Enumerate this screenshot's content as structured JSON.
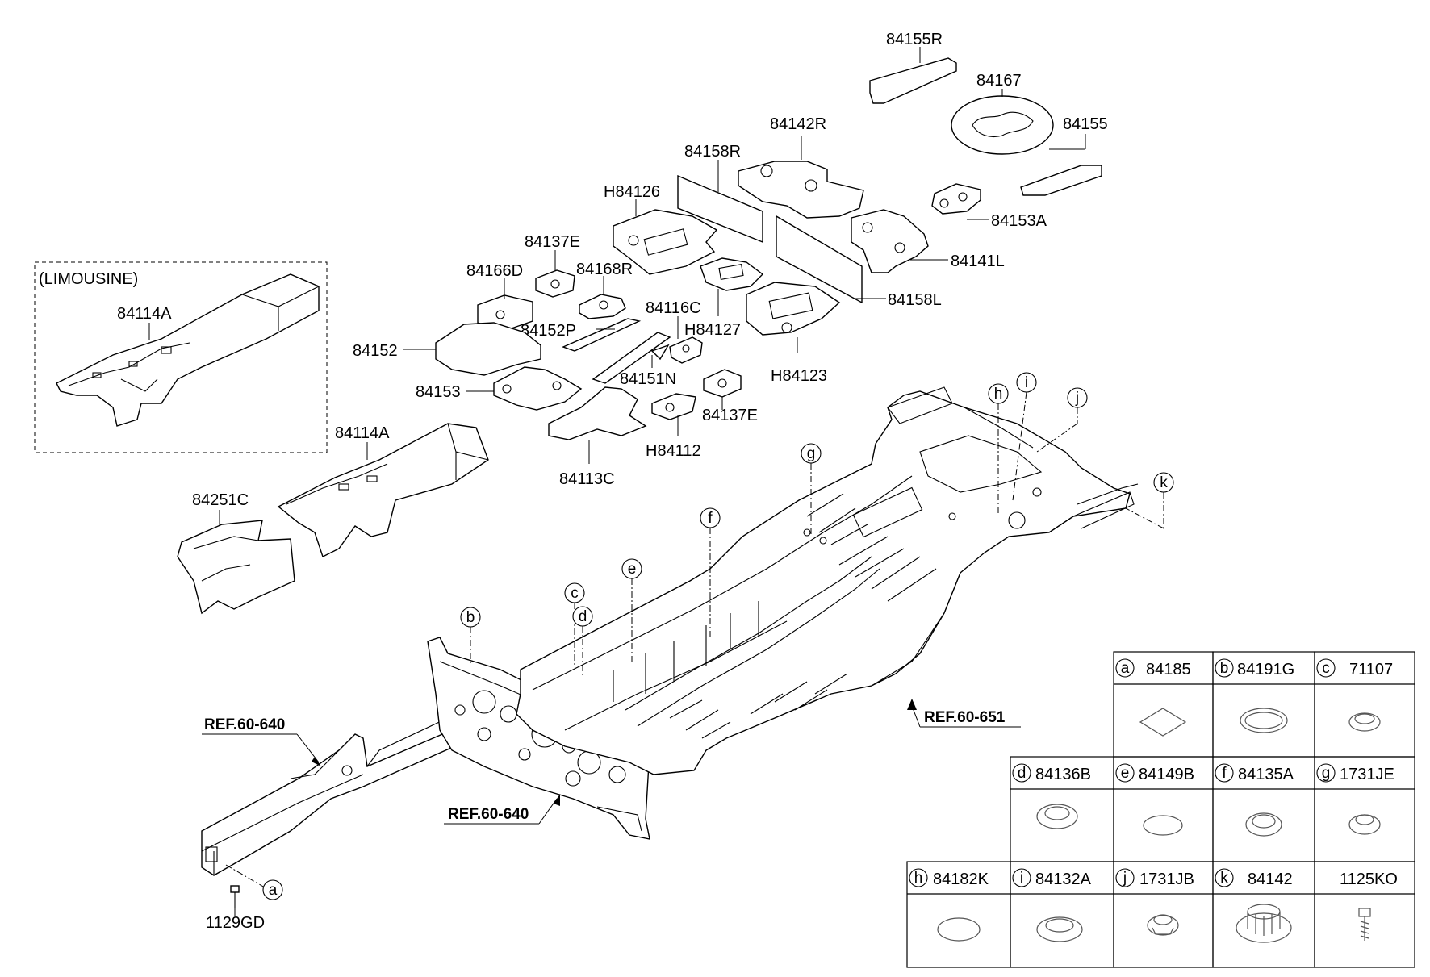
{
  "diagram": {
    "callouts": {
      "p84155R": "84155R",
      "p84167": "84167",
      "p84142R": "84142R",
      "p84155": "84155",
      "p84158R": "84158R",
      "pH84126": "H84126",
      "p84153A": "84153A",
      "p84141L": "84141L",
      "p84137E_top": "84137E",
      "p84166D": "84166D",
      "p84168R": "84168R",
      "p84116C": "84116C",
      "p84158L": "84158L",
      "p84152P": "84152P",
      "pH84127": "H84127",
      "p84152": "84152",
      "p84151N": "84151N",
      "pH84123": "H84123",
      "p84153": "84153",
      "p84137E_bottom": "84137E",
      "pH84112": "H84112",
      "p84113C": "84113C",
      "p84114A_limo": "84114A",
      "p84114A": "84114A",
      "p84251C": "84251C",
      "p1129GD": "1129GD"
    },
    "limousine_label": "(LIMOUSINE)",
    "refs": {
      "ref_left": "REF.60-640",
      "ref_center": "REF.60-640",
      "ref_right": "REF.60-651"
    },
    "markers": {
      "a": "a",
      "b": "b",
      "c": "c",
      "d": "d",
      "e": "e",
      "f": "f",
      "g": "g",
      "h": "h",
      "i": "i",
      "j": "j",
      "k": "k"
    }
  },
  "legend_table": {
    "rows": [
      [
        {
          "letter": "a",
          "part": "84185"
        },
        {
          "letter": "b",
          "part": "84191G"
        },
        {
          "letter": "c",
          "part": "71107"
        }
      ],
      [
        {
          "letter": "d",
          "part": "84136B"
        },
        {
          "letter": "e",
          "part": "84149B"
        },
        {
          "letter": "f",
          "part": "84135A"
        },
        {
          "letter": "g",
          "part": "1731JE"
        }
      ],
      [
        {
          "letter": "h",
          "part": "84182K"
        },
        {
          "letter": "i",
          "part": "84132A"
        },
        {
          "letter": "j",
          "part": "1731JB"
        },
        {
          "letter": "k",
          "part": "84142"
        },
        {
          "letter": "",
          "part": "1125KO"
        }
      ]
    ]
  }
}
